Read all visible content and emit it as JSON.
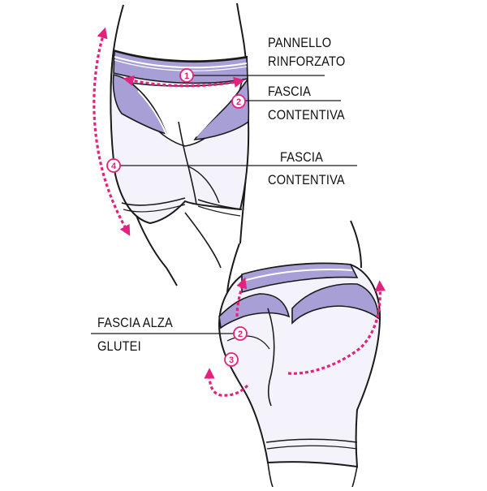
{
  "colors": {
    "accent": "#e2237e",
    "fabric": "#f4f2fb",
    "panel": "#a79fd6",
    "outline": "#1a1a1a"
  },
  "labels": {
    "pannello_l1": "PANNELLO",
    "pannello_l2": "RINFORZATO",
    "fascia1_l1": "FASCIA",
    "fascia1_l2": "CONTENTIVA",
    "fascia2_l1": "FASCIA",
    "fascia2_l2": "CONTENTIVA",
    "alza_l1": "FASCIA ALZA",
    "alza_l2": "GLUTEI"
  },
  "markers": [
    "1",
    "2",
    "4",
    "2",
    "3"
  ]
}
